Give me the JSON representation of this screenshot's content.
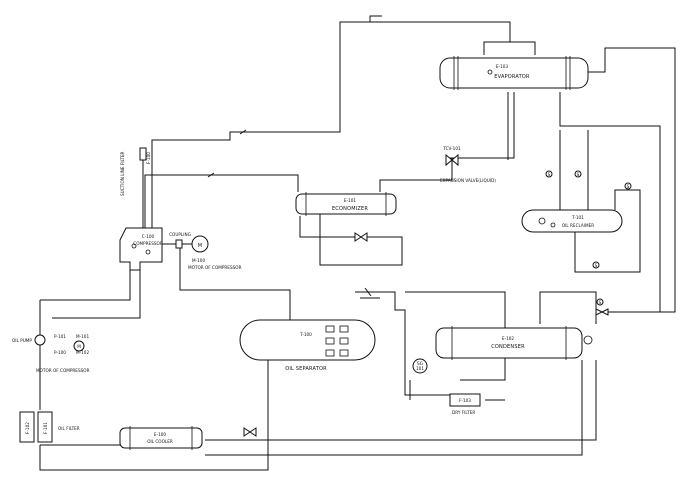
{
  "equipment": {
    "evaporator": {
      "tag": "E-103",
      "name": "EVAPORATOR"
    },
    "economizer": {
      "tag": "E-101",
      "name": "ECONOMIZER"
    },
    "oil_reclaimer": {
      "tag": "T-101",
      "name": "OIL RECLAIMER"
    },
    "compressor": {
      "tag": "C-100",
      "name": "COMPRESSOR"
    },
    "coupling": {
      "name": "COUPLING"
    },
    "compressor_motor": {
      "tag": "M-100",
      "name": "MOTOR OF COMPRESSOR",
      "symbol": "M"
    },
    "oil_separator": {
      "tag": "T-100",
      "name": "OIL SEPARATOR"
    },
    "condenser": {
      "tag": "E-102",
      "name": "CONDENSER"
    },
    "dry_filter": {
      "tag": "F-103",
      "name": "DRY FILTER"
    },
    "oil_cooler": {
      "tag": "E-100",
      "name": "OIL COOLER"
    },
    "oil_pump": {
      "name": "OIL PUMP",
      "tag_a": "P-101",
      "tag_b": "P-100",
      "motor_tag_a": "M-101",
      "motor_tag_b": "M-102",
      "motor_symbol": "M"
    },
    "pump_motor": {
      "name": "MOTOR OF COMPRESSOR"
    },
    "oil_filter": {
      "name": "OIL FILTER",
      "tag_a": "F-102",
      "tag_b": "F-101"
    },
    "suction_line_filter": {
      "name": "SUCTION LINE FILTER",
      "tag": "F-100"
    },
    "expansion_valve": {
      "tag": "TCV-101",
      "name": "EXPANSION VALVE(LIQUID)"
    },
    "sight_glass": {
      "tag_a": "SG",
      "tag_b": "101"
    }
  },
  "instrument_symbols": {
    "sight": "S"
  }
}
